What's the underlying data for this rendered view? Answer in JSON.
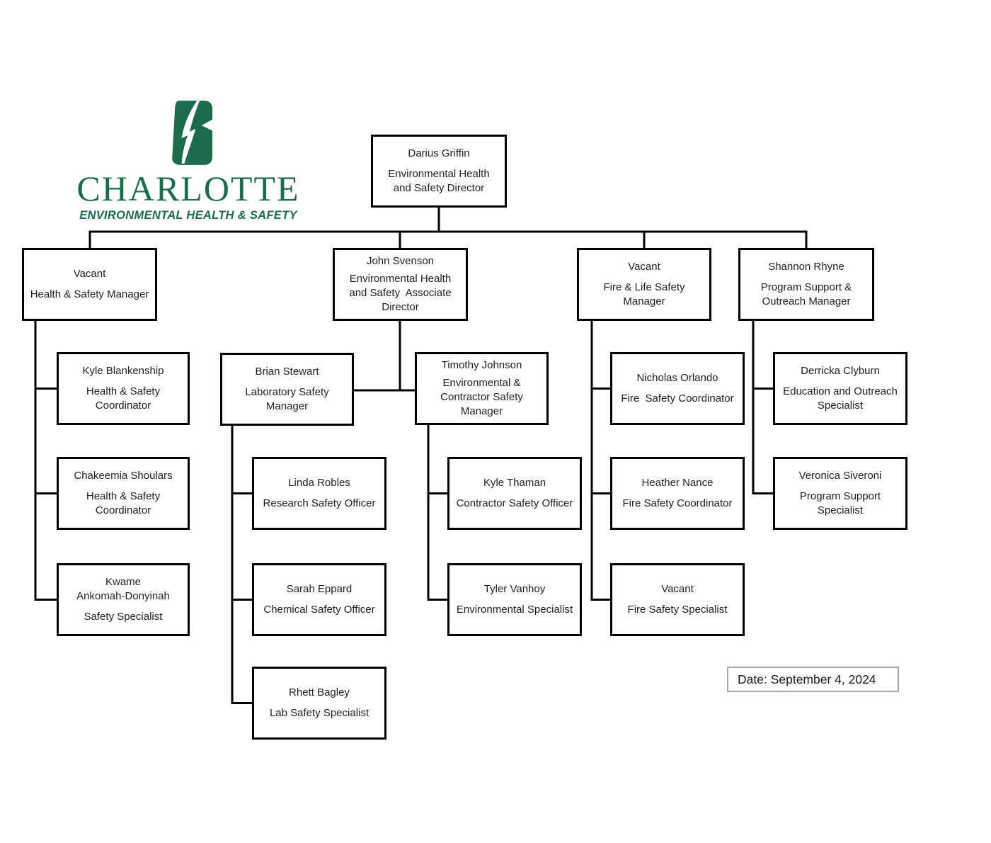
{
  "logo": {
    "wordmark": "CHARLOTTE",
    "subtitle": "ENVIRONMENTAL HEALTH & SAFETY",
    "brand_green": "#1B6B4C",
    "icon": "charlotte-c-bolt-icon"
  },
  "date_box": {
    "label": "Date: September 4, 2024"
  },
  "nodes": {
    "director": {
      "name": "Darius Griffin",
      "title": "Environmental Health\nand Safety Director"
    },
    "hs_manager": {
      "name": "Vacant",
      "title": "Health & Safety Manager"
    },
    "assoc_director": {
      "name": "John Svenson",
      "title": "Environmental Health\nand Safety  Associate\nDirector"
    },
    "fire_manager": {
      "name": "Vacant",
      "title": "Fire & Life Safety\nManager"
    },
    "program_manager": {
      "name": "Shannon Rhyne",
      "title": "Program Support &\nOutreach Manager"
    },
    "kyle_blankenship": {
      "name": "Kyle Blankenship",
      "title": "Health & Safety\nCoordinator"
    },
    "chakeemia_shoulars": {
      "name": "Chakeemia Shoulars",
      "title": "Health & Safety\nCoordinator"
    },
    "kwame": {
      "name": "Kwame\nAnkomah-Donyinah",
      "title": "Safety Specialist"
    },
    "brian_stewart": {
      "name": "Brian Stewart",
      "title": "Laboratory Safety\nManager"
    },
    "linda_robles": {
      "name": "Linda Robles",
      "title": "Research Safety Officer"
    },
    "sarah_eppard": {
      "name": "Sarah Eppard",
      "title": "Chemical Safety Officer"
    },
    "rhett_bagley": {
      "name": "Rhett Bagley",
      "title": "Lab Safety Specialist"
    },
    "timothy_johnson": {
      "name": "Timothy Johnson",
      "title": "Environmental &\nContractor Safety\nManager"
    },
    "kyle_thaman": {
      "name": "Kyle Thaman",
      "title": "Contractor Safety Officer"
    },
    "tyler_vanhoy": {
      "name": "Tyler Vanhoy",
      "title": "Environmental Specialist"
    },
    "nicholas_orlando": {
      "name": "Nicholas Orlando",
      "title": "Fire  Safety Coordinator"
    },
    "heather_nance": {
      "name": "Heather Nance",
      "title": "Fire Safety Coordinator"
    },
    "fire_specialist": {
      "name": "Vacant",
      "title": "Fire Safety Specialist"
    },
    "derricka_clyburn": {
      "name": "Derricka Clyburn",
      "title": "Education and Outreach\nSpecialist"
    },
    "veronica_siveroni": {
      "name": "Veronica Siveroni",
      "title": "Program Support\nSpecialist"
    }
  }
}
